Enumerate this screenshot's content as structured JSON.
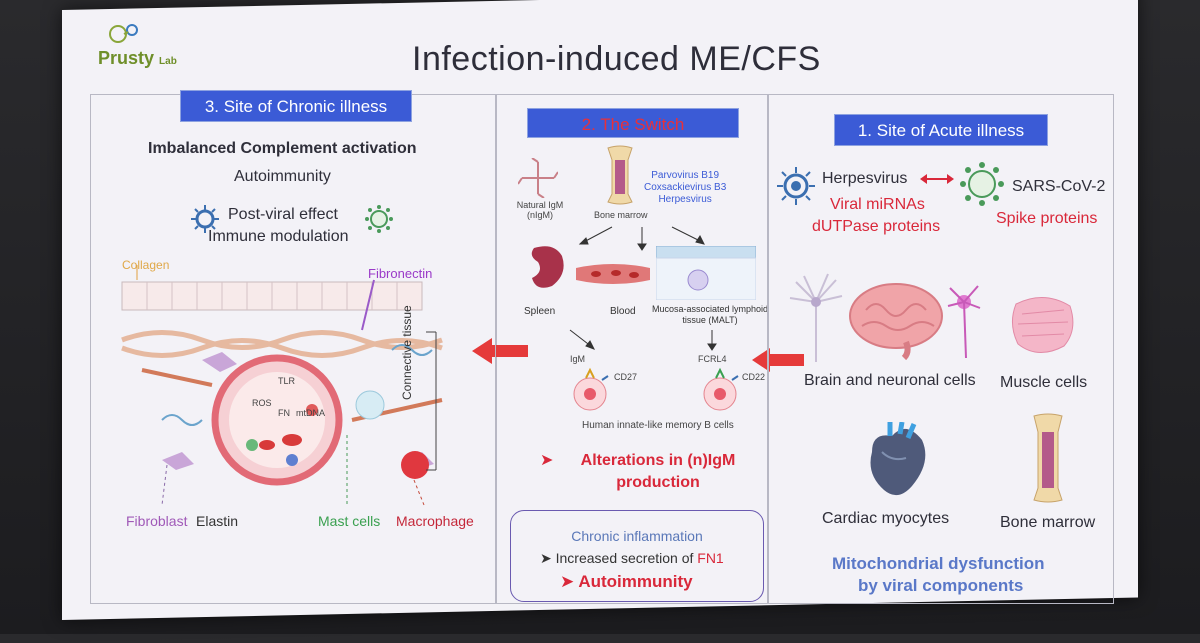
{
  "slide": {
    "title": "Infection-induced ME/CFS",
    "logo": {
      "word": "Prusty",
      "small": "Lab"
    }
  },
  "chronic": {
    "header": "3. Site of Chronic illness",
    "line1": "Imbalanced Complement activation",
    "line2": "Autoimmunity",
    "line3": "Post-viral effect",
    "line4": "Immune modulation",
    "labels": {
      "collagen": "Collagen",
      "fibronectin": "Fibronectin",
      "connective_tissue": "Connective tissue",
      "fibroblast": "Fibroblast",
      "elastin": "Elastin",
      "mast_cells": "Mast cells",
      "macrophage": "Macrophage",
      "ros": "ROS",
      "tlr": "TLR",
      "fn": "FN",
      "mtdna": "mtDNA"
    }
  },
  "switch": {
    "header": "2. The Switch",
    "viruses": [
      "Parvovirus B19",
      "Coxsackievirus B3",
      "Herpesvirus"
    ],
    "natural_igm": "Natural IgM (nIgM)",
    "bone_marrow": "Bone marrow",
    "spleen": "Spleen",
    "blood": "Blood",
    "malt": "Mucosa-associated lymphoid tissue (MALT)",
    "igm": "IgM",
    "cd27": "CD27",
    "fcrl4": "FCRL4",
    "cd22": "CD22",
    "b_cells": "Human innate-like memory B cells",
    "alterations": "Alterations in (n)IgM production",
    "box": {
      "chronic_inflammation": "Chronic inflammation",
      "increased_secretion": "Increased secretion of",
      "fn1": "FN1",
      "autoimmunity": "Autoimmunity"
    }
  },
  "acute": {
    "header": "1. Site of Acute illness",
    "herpesvirus": "Herpesvirus",
    "sars": "SARS-CoV-2",
    "viral_mirnas": "Viral miRNAs",
    "dutpase": "dUTPase proteins",
    "spike": "Spike proteins",
    "brain": "Brain and neuronal cells",
    "muscle": "Muscle cells",
    "cardiac": "Cardiac myocytes",
    "bone_marrow": "Bone marrow",
    "mito_1": "Mitochondrial dysfunction",
    "mito_2": "by viral components"
  },
  "colors": {
    "header_blue": "#3b5bd6",
    "red": "#d9283a",
    "blue_text": "#4a67c2",
    "green": "#3aa050"
  }
}
